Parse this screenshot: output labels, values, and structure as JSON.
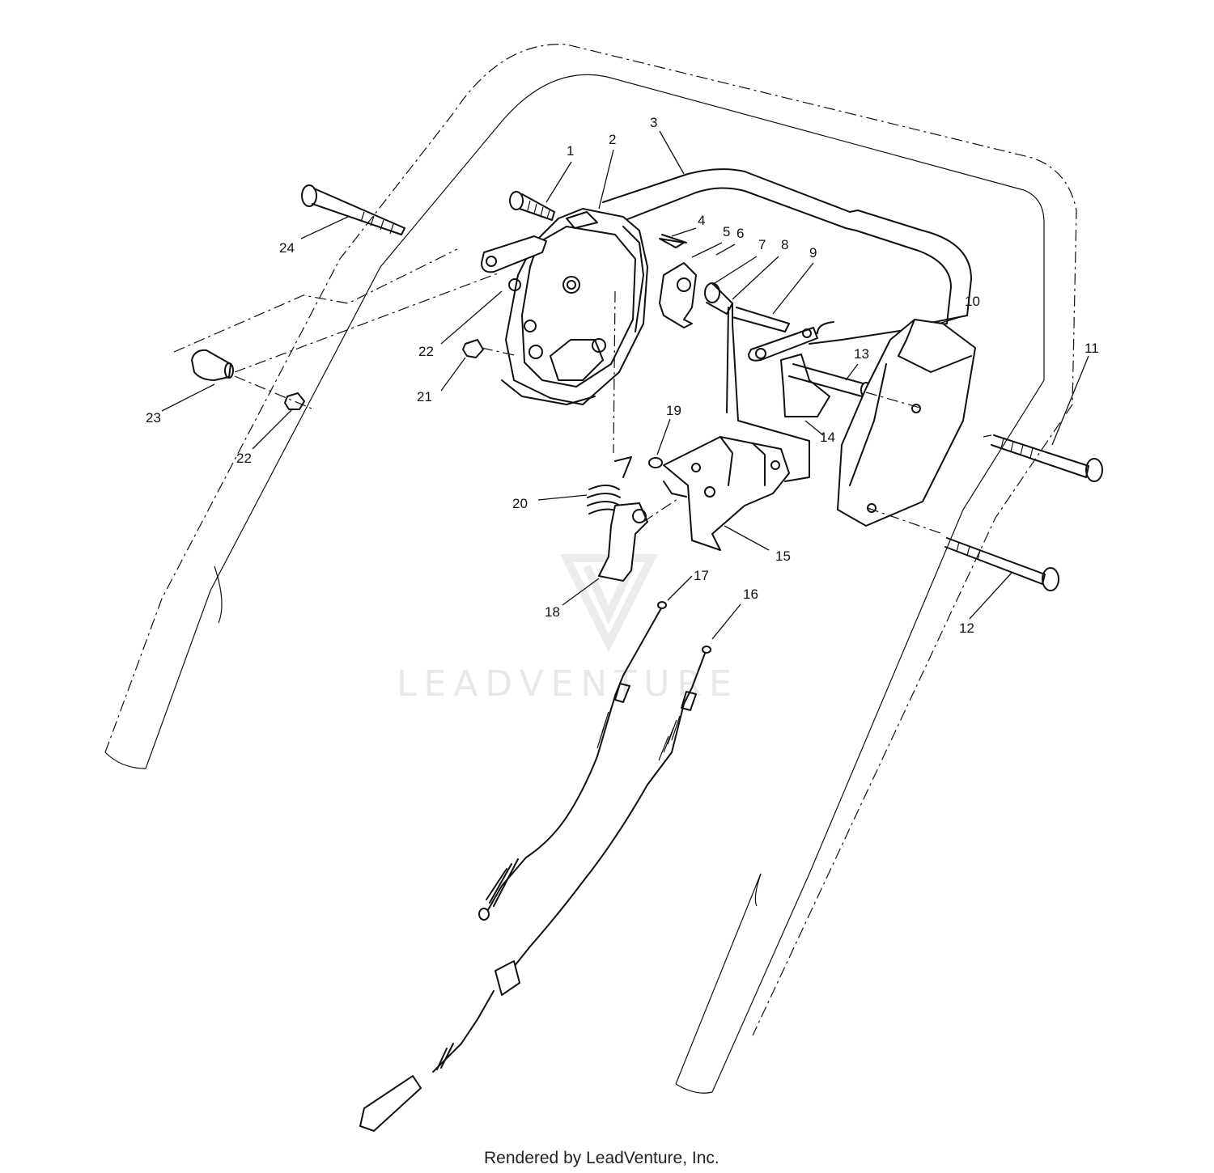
{
  "watermark": {
    "text": "LEADVENTURE"
  },
  "footer": {
    "text": "Rendered by LeadVenture, Inc."
  },
  "callouts": [
    {
      "id": "1",
      "label": "1"
    },
    {
      "id": "2",
      "label": "2"
    },
    {
      "id": "3",
      "label": "3"
    },
    {
      "id": "4",
      "label": "4"
    },
    {
      "id": "5",
      "label": "5"
    },
    {
      "id": "6",
      "label": "6"
    },
    {
      "id": "7",
      "label": "7"
    },
    {
      "id": "8",
      "label": "8"
    },
    {
      "id": "9",
      "label": "9"
    },
    {
      "id": "10",
      "label": "10"
    },
    {
      "id": "11",
      "label": "11"
    },
    {
      "id": "12",
      "label": "12"
    },
    {
      "id": "13",
      "label": "13"
    },
    {
      "id": "14",
      "label": "14"
    },
    {
      "id": "15",
      "label": "15"
    },
    {
      "id": "16",
      "label": "16"
    },
    {
      "id": "17",
      "label": "17"
    },
    {
      "id": "18",
      "label": "18"
    },
    {
      "id": "19",
      "label": "19"
    },
    {
      "id": "20",
      "label": "20"
    },
    {
      "id": "21",
      "label": "21"
    },
    {
      "id": "22a",
      "label": "22"
    },
    {
      "id": "22b",
      "label": "22"
    },
    {
      "id": "23",
      "label": "23"
    },
    {
      "id": "24",
      "label": "24"
    }
  ]
}
